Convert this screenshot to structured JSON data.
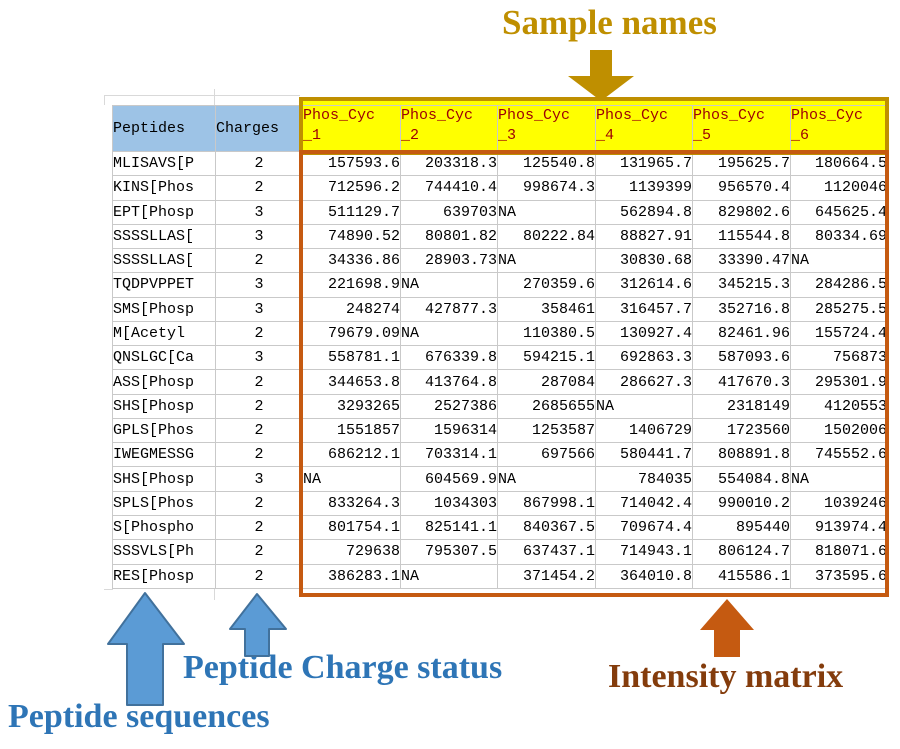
{
  "annotations": {
    "sample_names": "Sample names",
    "peptide_sequences": "Peptide sequences",
    "peptide_charge_status": "Peptide Charge status",
    "intensity_matrix": "Intensity matrix"
  },
  "colors": {
    "header_blue": "#9DC3E6",
    "header_yellow": "#FFFF00",
    "sample_header_text": "#9C0006",
    "gold_accent": "#BF8F00",
    "orange_accent": "#C55A11",
    "blue_label": "#2E75B6",
    "brown_label": "#843C0C",
    "arrow_blue_fill": "#5B9BD5",
    "arrow_blue_border": "#41719C",
    "gridline": "#C9C9C9"
  },
  "table": {
    "peptides_header": "Peptides",
    "charges_header": "Charges",
    "sample_columns": [
      {
        "id": "phos-cyc-1",
        "line1": "Phos_Cyc",
        "line2": "_1"
      },
      {
        "id": "phos-cyc-2",
        "line1": "Phos_Cyc",
        "line2": "_2"
      },
      {
        "id": "phos-cyc-3",
        "line1": "Phos_Cyc",
        "line2": "_3"
      },
      {
        "id": "phos-cyc-4",
        "line1": "Phos_Cyc",
        "line2": "_4"
      },
      {
        "id": "phos-cyc-5",
        "line1": "Phos_Cyc",
        "line2": "_5"
      },
      {
        "id": "phos-cyc-6",
        "line1": "Phos_Cyc",
        "line2": "_6"
      }
    ],
    "rows": [
      {
        "peptide": "MLISAVS[P",
        "charge": "2",
        "values": [
          "157593.6",
          "203318.3",
          "125540.8",
          "131965.7",
          "195625.7",
          "180664.5"
        ]
      },
      {
        "peptide": "KINS[Phos",
        "charge": "2",
        "values": [
          "712596.2",
          "744410.4",
          "998674.3",
          "1139399",
          "956570.4",
          "1120046"
        ]
      },
      {
        "peptide": "EPT[Phosp",
        "charge": "3",
        "values": [
          "511129.7",
          "639703",
          "NA",
          "562894.8",
          "829802.6",
          "645625.4"
        ]
      },
      {
        "peptide": "SSSSLLAS[",
        "charge": "3",
        "values": [
          "74890.52",
          "80801.82",
          "80222.84",
          "88827.91",
          "115544.8",
          "80334.69"
        ]
      },
      {
        "peptide": "SSSSLLAS[",
        "charge": "2",
        "values": [
          "34336.86",
          "28903.73",
          "NA",
          "30830.68",
          "33390.47",
          "NA"
        ]
      },
      {
        "peptide": "TQDPVPPET",
        "charge": "3",
        "values": [
          "221698.9",
          "NA",
          "270359.6",
          "312614.6",
          "345215.3",
          "284286.5"
        ]
      },
      {
        "peptide": "SMS[Phosp",
        "charge": "3",
        "values": [
          "248274",
          "427877.3",
          "358461",
          "316457.7",
          "352716.8",
          "285275.5"
        ]
      },
      {
        "peptide": "M[Acetyl",
        "charge": "2",
        "values": [
          "79679.09",
          "NA",
          "110380.5",
          "130927.4",
          "82461.96",
          "155724.4"
        ]
      },
      {
        "peptide": "QNSLGC[Ca",
        "charge": "3",
        "values": [
          "558781.1",
          "676339.8",
          "594215.1",
          "692863.3",
          "587093.6",
          "756873"
        ]
      },
      {
        "peptide": "ASS[Phosp",
        "charge": "2",
        "values": [
          "344653.8",
          "413764.8",
          "287084",
          "286627.3",
          "417670.3",
          "295301.9"
        ]
      },
      {
        "peptide": "SHS[Phosp",
        "charge": "2",
        "values": [
          "3293265",
          "2527386",
          "2685655",
          "NA",
          "2318149",
          "4120553"
        ]
      },
      {
        "peptide": "GPLS[Phos",
        "charge": "2",
        "values": [
          "1551857",
          "1596314",
          "1253587",
          "1406729",
          "1723560",
          "1502006"
        ]
      },
      {
        "peptide": "IWEGMESSG",
        "charge": "2",
        "values": [
          "686212.1",
          "703314.1",
          "697566",
          "580441.7",
          "808891.8",
          "745552.6"
        ]
      },
      {
        "peptide": "SHS[Phosp",
        "charge": "3",
        "values": [
          "NA",
          "604569.9",
          "NA",
          "784035",
          "554084.8",
          "NA"
        ]
      },
      {
        "peptide": "SPLS[Phos",
        "charge": "2",
        "values": [
          "833264.3",
          "1034303",
          "867998.1",
          "714042.4",
          "990010.2",
          "1039246"
        ]
      },
      {
        "peptide": "S[Phospho",
        "charge": "2",
        "values": [
          "801754.1",
          "825141.1",
          "840367.5",
          "709674.4",
          "895440",
          "913974.4"
        ]
      },
      {
        "peptide": "SSSVLS[Ph",
        "charge": "2",
        "values": [
          "729638",
          "795307.5",
          "637437.1",
          "714943.1",
          "806124.7",
          "818071.6"
        ]
      },
      {
        "peptide": "RES[Phosp",
        "charge": "2",
        "values": [
          "386283.1",
          "NA",
          "371454.2",
          "364010.8",
          "415586.1",
          "373595.6"
        ]
      }
    ],
    "na_text": "NA"
  }
}
